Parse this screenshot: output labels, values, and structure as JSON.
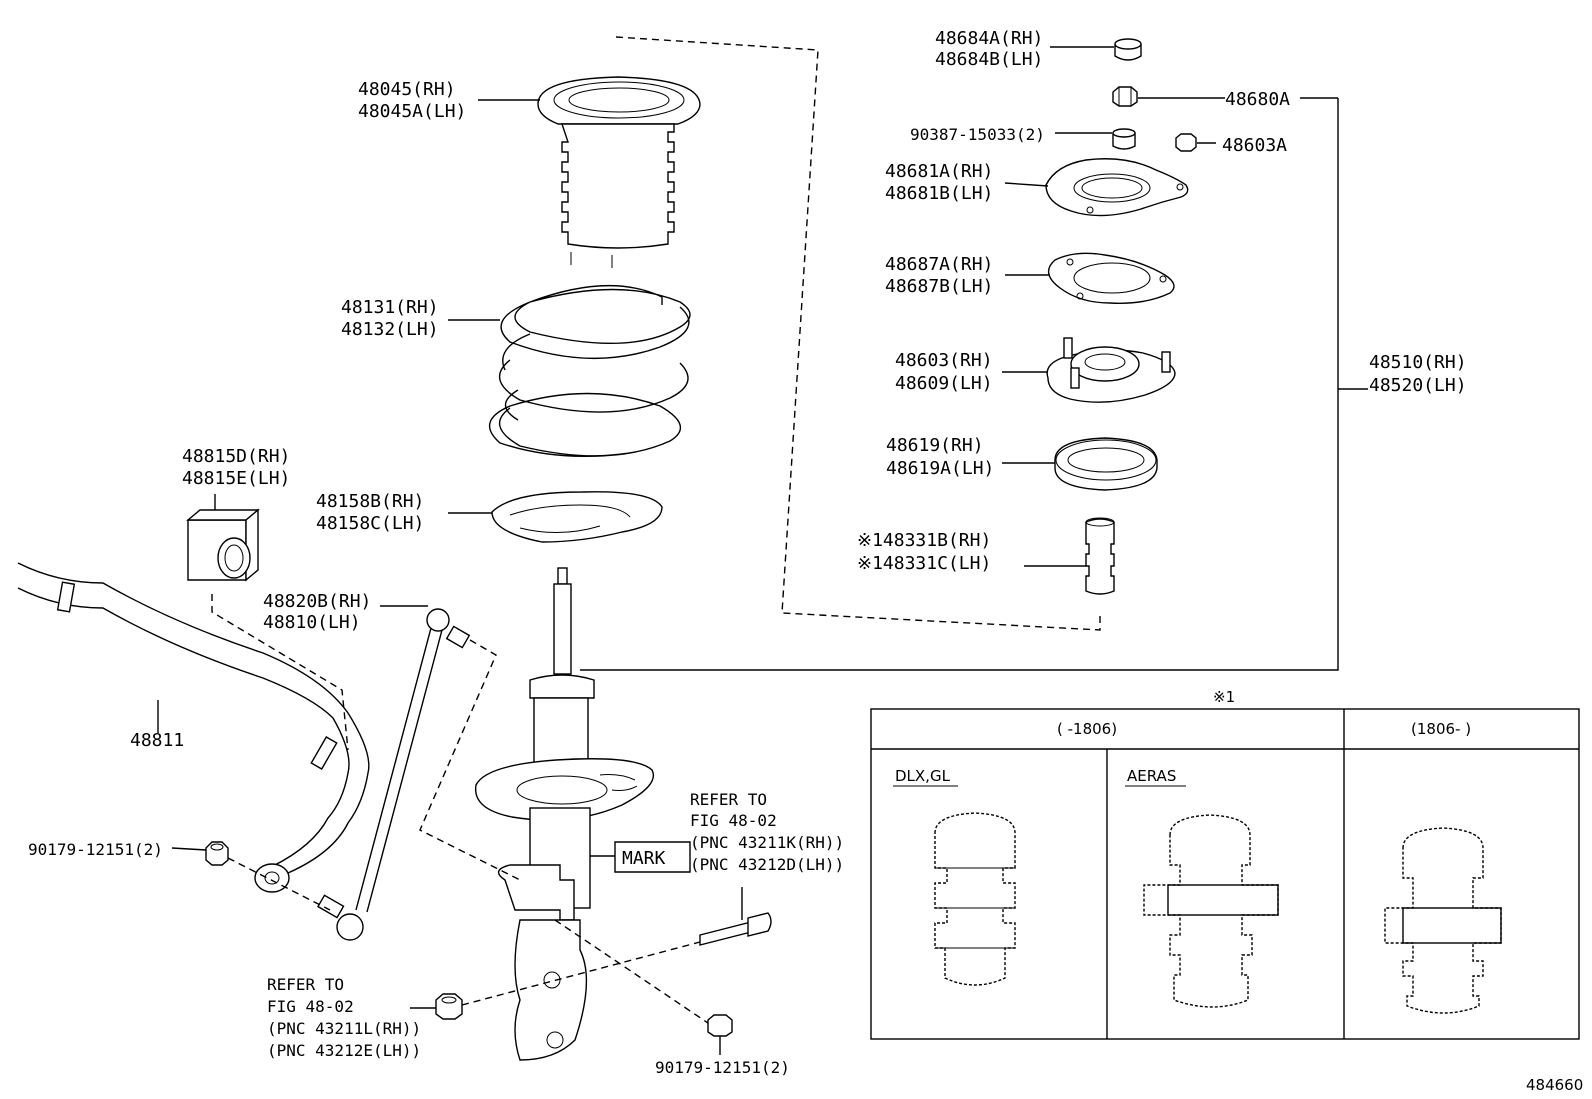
{
  "labels": {
    "p48684a": "48684A(RH)",
    "p48684b": "48684B(LH)",
    "p48680a": "48680A",
    "p90387": "90387-15033(2)",
    "p48603a": "48603A",
    "p48681a": "48681A(RH)",
    "p48681b": "48681B(LH)",
    "p48687a": "48687A(RH)",
    "p48687b": "48687B(LH)",
    "p48603": "48603(RH)",
    "p48609": "48609(LH)",
    "p48619": "48619(RH)",
    "p48619a": "48619A(LH)",
    "p48331b": "※148331B(RH)",
    "p48331c": "※148331C(LH)",
    "p48510": "48510(RH)",
    "p48520": "48520(LH)",
    "p48045": "48045(RH)",
    "p48045a": "48045A(LH)",
    "p48131": "48131(RH)",
    "p48132": "48132(LH)",
    "p48815d": "48815D(RH)",
    "p48815e": "48815E(LH)",
    "p48158b": "48158B(RH)",
    "p48158c": "48158C(LH)",
    "p48820b": "48820B(RH)",
    "p48810": "48810(LH)",
    "p48811": "48811",
    "p90179a": "90179-12151(2)",
    "p90179b": "90179-12151(2)",
    "mark": "MARK",
    "refer1_l1": "REFER TO",
    "refer1_l2": "FIG 48-02",
    "refer1_l3": "(PNC 43211K(RH))",
    "refer1_l4": "(PNC 43212D(LH))",
    "refer2_l1": "REFER TO",
    "refer2_l2": "FIG 48-02",
    "refer2_l3": "(PNC 43211L(RH))",
    "refer2_l4": "(PNC 43212E(LH))",
    "diagram_id": "484660"
  },
  "inset": {
    "note": "※1",
    "col1_header": "(     -1806)",
    "col2_header": "(1806-     )",
    "sub1": "DLX,GL",
    "sub2": "AERAS"
  }
}
